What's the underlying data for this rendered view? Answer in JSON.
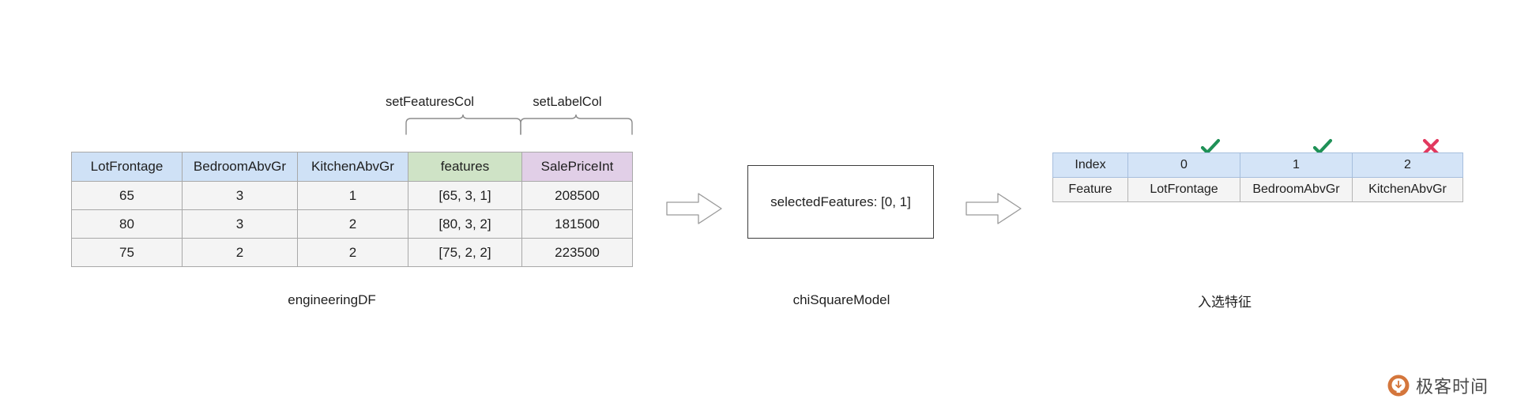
{
  "diagram": {
    "title_caption_left": "engineeringDF",
    "title_caption_middle": "chiSquareModel",
    "title_caption_right": "入选特征",
    "annotations": {
      "set_features_col": "setFeaturesCol",
      "set_label_col": "setLabelCol"
    },
    "model": {
      "text": "selectedFeatures: [0, 1]"
    },
    "engineering_df": {
      "headers": [
        "LotFrontage",
        "BedroomAbvGr",
        "KitchenAbvGr",
        "features",
        "SalePriceInt"
      ],
      "rows": [
        [
          "65",
          "3",
          "1",
          "[65, 3, 1]",
          "208500"
        ],
        [
          "80",
          "3",
          "2",
          "[80, 3, 2]",
          "181500"
        ],
        [
          "75",
          "2",
          "2",
          "[75, 2, 2]",
          "223500"
        ]
      ]
    },
    "selected_features_table": {
      "row_labels": [
        "Index",
        "Feature"
      ],
      "index_values": [
        "0",
        "1",
        "2"
      ],
      "feature_values": [
        "LotFrontage",
        "BedroomAbvGr",
        "KitchenAbvGr"
      ],
      "marks": [
        "check",
        "check",
        "cross"
      ]
    },
    "colors": {
      "header_blue": "#cfe1f6",
      "header_green": "#cfe3c6",
      "header_purple": "#e1cfe7",
      "cell_gray": "#f4f4f4",
      "selected_header_blue": "#d4e4f7",
      "border_gray": "#a8a8a8",
      "check_green": "#1f9157",
      "cross_red": "#e2395f",
      "arrow_stroke": "#9a9a9a",
      "box_border": "#3c3c3c"
    },
    "watermark": {
      "text": "极客时间",
      "mark_color": "#d4763c"
    }
  }
}
